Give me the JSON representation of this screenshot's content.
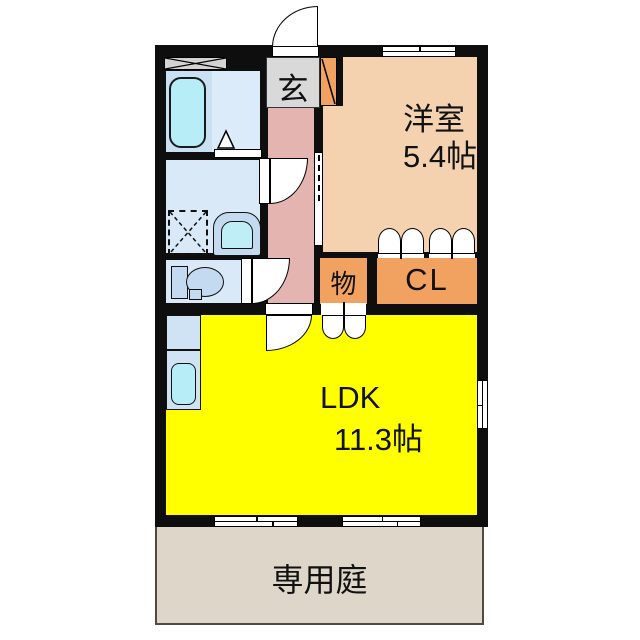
{
  "rooms": {
    "genkan": {
      "label": "玄"
    },
    "western_room": {
      "label": "洋室",
      "size": "5.4帖"
    },
    "storage": {
      "label": "物"
    },
    "closet": {
      "label": "CL"
    },
    "ldk": {
      "label": "LDK",
      "size": "11.3帖"
    },
    "garden": {
      "label": "専用庭"
    }
  },
  "colors": {
    "wall": "#0e0e0e",
    "western_room": "#f5d2af",
    "hallway": "#e4b4b1",
    "genkan": "#d9d9d9",
    "cabinet_orange": "#f1a260",
    "ldk_yellow": "#ffff00",
    "garden": "#ded6c9",
    "wet_room_floor": "#d9e9f8",
    "bath_surround": "#c9e1f3",
    "tub_cyan": "#b7edf7",
    "fixture_blue": "#c3daf0",
    "window_gray": "#d3d3d3"
  },
  "fixtures": [
    "bathtub",
    "washing-machine-pan",
    "washbasin",
    "toilet",
    "kitchen-counter",
    "kitchen-sink",
    "shoe-cabinet"
  ]
}
